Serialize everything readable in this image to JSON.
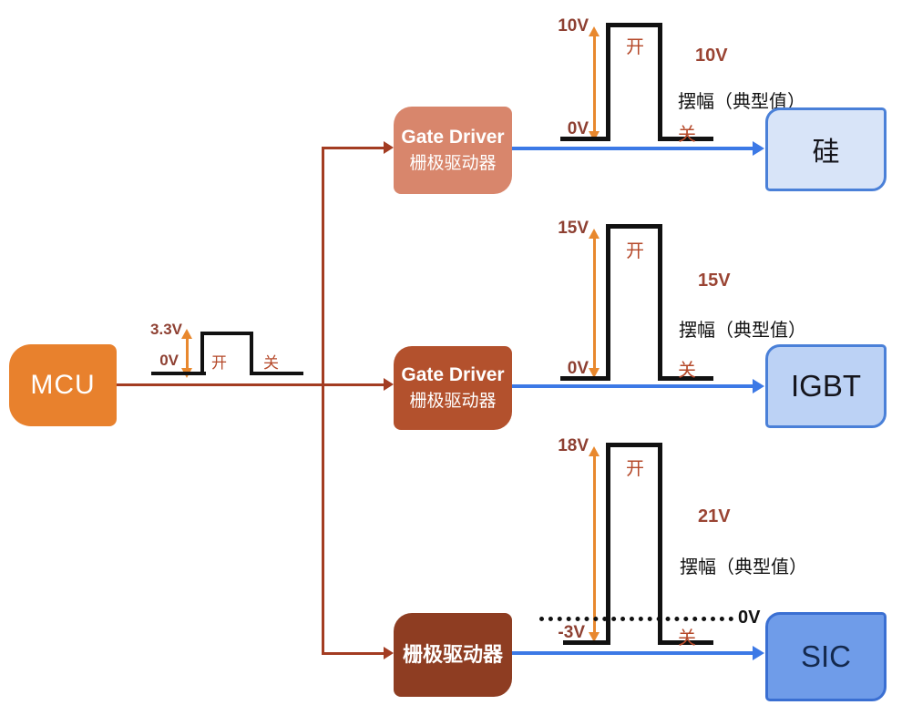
{
  "mcu": {
    "label": "MCU"
  },
  "mcu_waveform": {
    "high": "3.3V",
    "low": "0V",
    "on": "开",
    "off": "关"
  },
  "rows": [
    {
      "driver_line1": "Gate Driver",
      "driver_line2": "栅极驱动器",
      "wave_high": "10V",
      "wave_low": "0V",
      "on": "开",
      "off": "关",
      "swing_value": "10V",
      "swing_caption": "摆幅（典型值）",
      "device": "硅"
    },
    {
      "driver_line1": "Gate Driver",
      "driver_line2": "栅极驱动器",
      "wave_high": "15V",
      "wave_low": "0V",
      "on": "开",
      "off": "关",
      "swing_value": "15V",
      "swing_caption": "摆幅（典型值）",
      "device": "IGBT"
    },
    {
      "driver_line1": "栅极驱动器",
      "driver_line2": "",
      "wave_high": "18V",
      "wave_low": "-3V",
      "on": "开",
      "off": "关",
      "swing_value": "21V",
      "swing_caption": "摆幅（典型值）",
      "zero_ref": "0V",
      "device": "SIC"
    }
  ],
  "colors": {
    "mcu_box": "#E8812D",
    "driver_top": "#D8866C",
    "driver_middle": "#B3512D",
    "driver_bottom": "#8E3D22",
    "connector_red": "#A33C22",
    "arrow_orange": "#E8882E",
    "voltage_label": "#8E4032",
    "on_off_label": "#B5492A",
    "blue_line": "#3C79E6",
    "device_si_fill": "#D8E4F8",
    "device_igbt_fill": "#BCD2F5",
    "device_sic_fill": "#6F9CE9",
    "device_border": "#4A80D8",
    "waveform": "#111111"
  }
}
